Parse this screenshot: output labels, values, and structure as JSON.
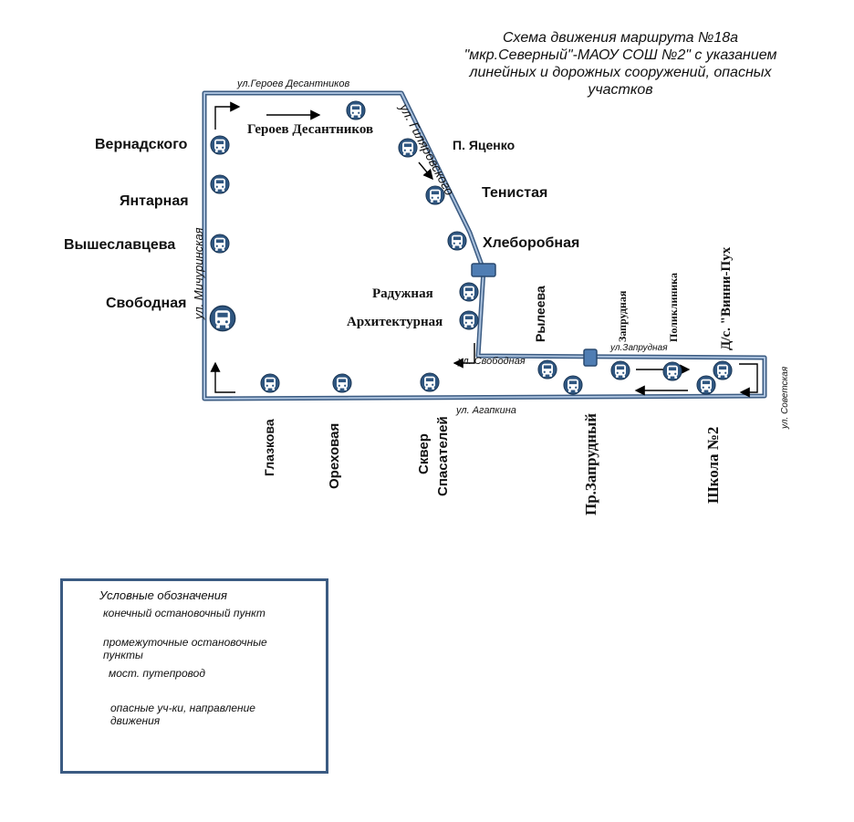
{
  "title": {
    "lines": [
      "Схема движения маршрута №18а",
      "\"мкр.Северный\"-МАОУ СОШ №2\" с указанием",
      "линейных и дорожных сооружений, опасных",
      "участков"
    ]
  },
  "stops": {
    "vernadskogo": "Вернадского",
    "yantarnaya": "Янтарная",
    "vysheslavtseva": "Вышеславцева",
    "svobodnaya": "Свободная",
    "geroev": "Героев Десантников",
    "yatsenko": "П. Яценко",
    "tenistaya": "Тенистая",
    "khleborobnaya": "Хлеборобная",
    "raduzhnaya": "Радужная",
    "arkhitekturnaya": "Архитектурная",
    "ryleeva": "Рылеева",
    "zaprudnaya": "Запрудная",
    "poliklinika": "Поликлиника",
    "detsad": "Д/с. \"Винни-Пух",
    "glazkova": "Глазкова",
    "orekhovaya": "Ореховая",
    "skver_1": "Сквер",
    "skver_2": "Спасателей",
    "pr_zaprudny": "Пр.Запрудный",
    "shkola": "Школа №2"
  },
  "streets": {
    "geroev_desantnikov": "ул.Героев Десантников",
    "gilyarovskogo": "ул. Гиляровского",
    "michurinskaya": "ул. Мичуринская",
    "svobodnaya": "ул. Свободная",
    "agapkina": "ул. Агапкина",
    "zaprudnaya": "ул.Запрудная",
    "sovetskaya": "ул. Советская"
  },
  "legend": {
    "title": "Условные обозначения",
    "terminal": "конечный остановочный пункт",
    "intermediate_1": "промежуточные остановочные",
    "intermediate_2": "пункты",
    "bridge": "мост. путепровод",
    "danger_1": "опасные уч-ки, направление",
    "danger_2": "движения"
  },
  "colors": {
    "route": "#3b5b82",
    "route_fill": "#a9c0dc",
    "bus_icon": "#2f5680",
    "bridge": "#4f7db3"
  }
}
